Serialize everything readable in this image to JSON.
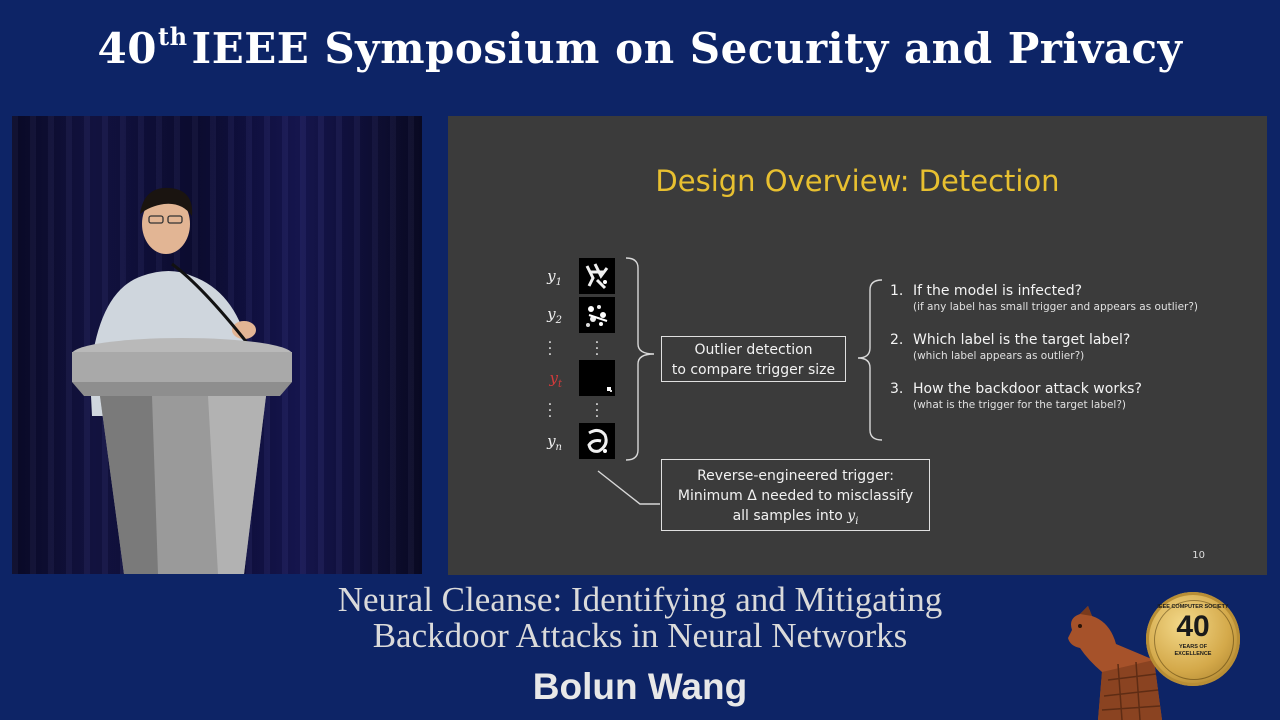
{
  "header": {
    "title_prefix": "40",
    "title_sup": "th",
    "title_rest": "IEEE Symposium on Security and Privacy"
  },
  "slide": {
    "title": "Design Overview: Detection",
    "labels": {
      "y1": {
        "base": "y",
        "sub": "1"
      },
      "y2": {
        "base": "y",
        "sub": "2"
      },
      "yt": {
        "base": "y",
        "sub": "t"
      },
      "yn": {
        "base": "y",
        "sub": "n"
      }
    },
    "outlier_box": {
      "line1": "Outlier detection",
      "line2": "to compare trigger size"
    },
    "reverse_box": {
      "line1": "Reverse-engineered trigger:",
      "line2": "Minimum Δ needed to misclassify",
      "line3_prefix": "all samples into ",
      "line3_var": "y",
      "line3_sub": "i"
    },
    "questions": [
      {
        "num": "1.",
        "text": "If the model is infected?",
        "sub": "(if any label has small trigger and appears as outlier?)"
      },
      {
        "num": "2.",
        "text": "Which label is the target label?",
        "sub": "(which label appears as outlier?)"
      },
      {
        "num": "3.",
        "text": "How the backdoor attack works?",
        "sub": "(what is the trigger for the target label?)"
      }
    ],
    "page_number": "10"
  },
  "talk": {
    "title_line1": "Neural Cleanse: Identifying and Mitigating",
    "title_line2": "Backdoor Attacks in Neural Networks"
  },
  "speaker": {
    "name": "Bolun Wang"
  },
  "badge": {
    "top_text": "IEEE COMPUTER SOCIETY",
    "number": "40",
    "years_line1": "YEARS OF",
    "years_line2": "EXCELLENCE"
  },
  "colors": {
    "background": "#0d2466",
    "slide_bg": "#3b3b3b",
    "slide_title": "#e8c030",
    "target_label": "#d23b3b"
  }
}
